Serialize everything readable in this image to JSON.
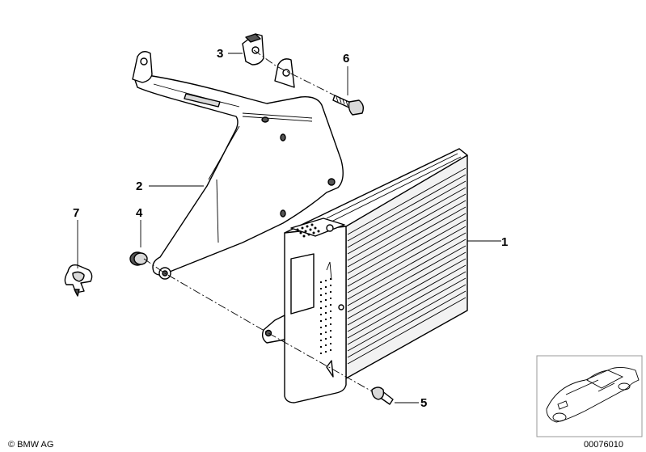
{
  "part_labels": {
    "p1": "1",
    "p2": "2",
    "p3": "3",
    "p4": "4",
    "p5": "5",
    "p6": "6",
    "p7": "7"
  },
  "copyright": "© BMW AG",
  "diagram_number": "00076010"
}
